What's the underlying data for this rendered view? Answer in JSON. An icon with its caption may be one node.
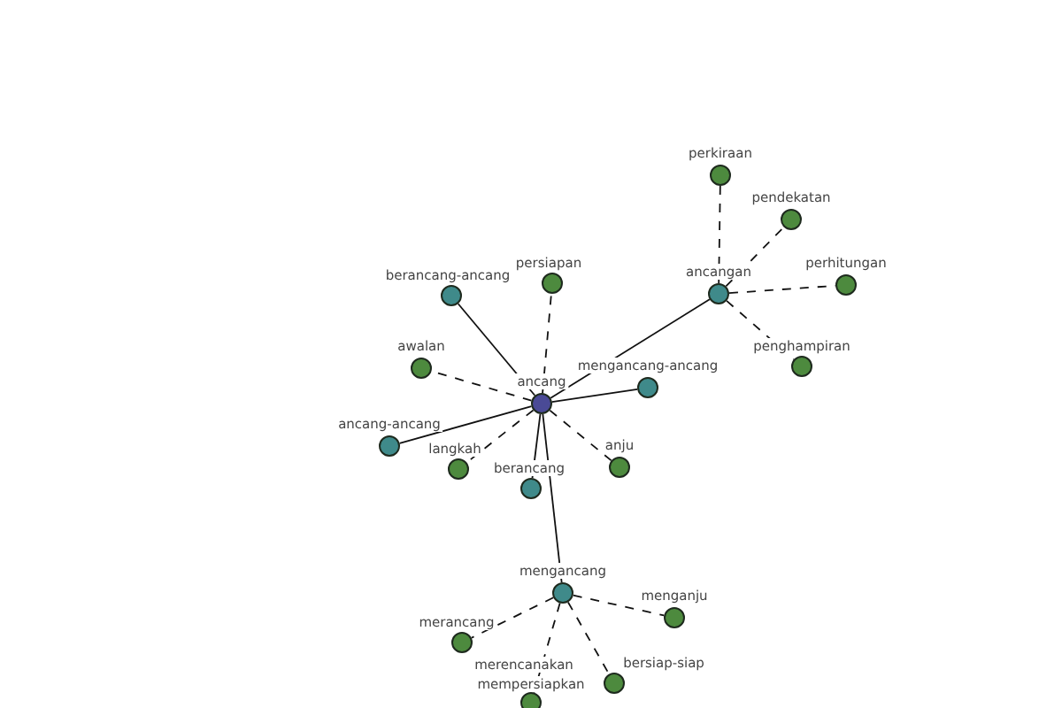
{
  "diagram": {
    "nodes": [
      {
        "text": [],
        "shape": "circle",
        "beside": [
          "ancang"
        ]
      },
      {
        "text": [],
        "shape": "circle",
        "beside": [
          "berancang-ancang"
        ]
      },
      {
        "text": [],
        "shape": "circle",
        "beside": [
          "persiapan"
        ]
      },
      {
        "text": [],
        "shape": "circle",
        "beside": [
          "ancangan"
        ]
      },
      {
        "text": [],
        "shape": "circle",
        "beside": [
          "perkiraan"
        ]
      },
      {
        "text": [],
        "shape": "circle",
        "beside": [
          "pendekatan"
        ]
      },
      {
        "text": [],
        "shape": "circle",
        "beside": [
          "perhitungan"
        ]
      },
      {
        "text": [],
        "shape": "circle",
        "beside": [
          "penghampiran"
        ]
      },
      {
        "text": [],
        "shape": "circle",
        "beside": [
          "awalan"
        ]
      },
      {
        "text": [],
        "shape": "circle",
        "beside": [
          "mengancang-ancang"
        ]
      },
      {
        "text": [],
        "shape": "circle",
        "beside": [
          "ancang-ancang"
        ]
      },
      {
        "text": [],
        "shape": "circle",
        "beside": [
          "langkah"
        ]
      },
      {
        "text": [],
        "shape": "circle",
        "beside": [
          "berancang"
        ]
      },
      {
        "text": [],
        "shape": "circle",
        "beside": [
          "anju"
        ]
      },
      {
        "text": [],
        "shape": "circle",
        "beside": [
          "mengancang"
        ]
      },
      {
        "text": [],
        "shape": "circle",
        "beside": [
          "merancang"
        ]
      },
      {
        "text": [],
        "shape": "circle",
        "beside": [
          "menganju"
        ]
      },
      {
        "text": [],
        "shape": "circle",
        "beside": [
          "bersiap-siap"
        ]
      },
      {
        "text": [],
        "shape": "circle",
        "beside": [
          "mempersiapkan"
        ]
      }
    ],
    "edges": [
      {
        "from": 0,
        "to": 1,
        "arrow": "none"
      },
      {
        "from": 0,
        "to": 2,
        "arrow": "none",
        "style": "dashed"
      },
      {
        "from": 0,
        "to": 3,
        "arrow": "none"
      },
      {
        "from": 3,
        "to": 4,
        "arrow": "none",
        "style": "dashed"
      },
      {
        "from": 3,
        "to": 5,
        "arrow": "none",
        "style": "dashed"
      },
      {
        "from": 3,
        "to": 6,
        "arrow": "none",
        "style": "dashed"
      },
      {
        "from": 3,
        "to": 7,
        "arrow": "none",
        "style": "dashed"
      },
      {
        "from": 0,
        "to": 8,
        "arrow": "none",
        "style": "dashed"
      },
      {
        "from": 0,
        "to": 9,
        "arrow": "none"
      },
      {
        "from": 0,
        "to": 10,
        "arrow": "none"
      },
      {
        "from": 0,
        "to": 11,
        "arrow": "none",
        "style": "dashed"
      },
      {
        "from": 0,
        "to": 12,
        "arrow": "none"
      },
      {
        "from": 0,
        "to": 13,
        "arrow": "none",
        "style": "dashed"
      },
      {
        "from": 0,
        "to": 14,
        "arrow": "none"
      },
      {
        "from": 14,
        "to": 15,
        "arrow": "none",
        "style": "dashed"
      },
      {
        "from": 14,
        "to": 16,
        "arrow": "none",
        "style": "dashed"
      },
      {
        "from": 14,
        "to": 17,
        "arrow": "none",
        "style": "dashed"
      },
      {
        "from": 14,
        "to": 18,
        "arrow": "none",
        "style": "dashed"
      }
    ],
    "labels": [
      "merencanakan"
    ]
  }
}
